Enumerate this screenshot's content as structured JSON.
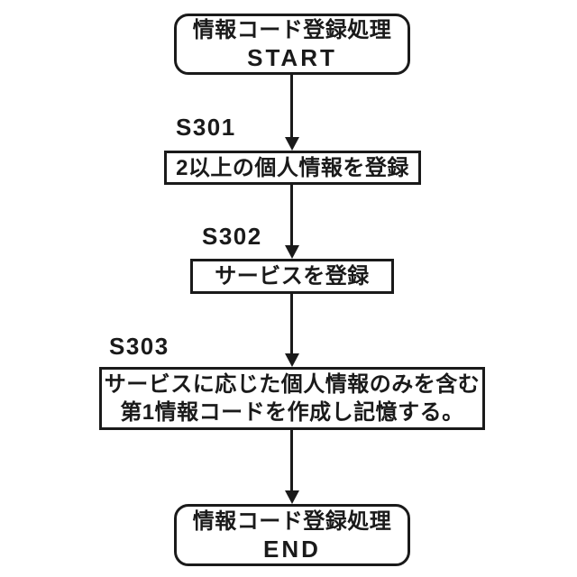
{
  "diagram": {
    "type": "flowchart",
    "direction": "top-down",
    "colors": {
      "stroke": "#1a1a1a",
      "text": "#1a1a1a",
      "background": "#ffffff"
    },
    "nodes": [
      {
        "id": "start",
        "shape": "rounded-rect",
        "lines": [
          "情報コード登録処理",
          "START"
        ]
      },
      {
        "id": "s301",
        "shape": "rect",
        "step_label": "S301",
        "lines": [
          "2以上の個人情報を登録"
        ]
      },
      {
        "id": "s302",
        "shape": "rect",
        "step_label": "S302",
        "lines": [
          "サービスを登録"
        ]
      },
      {
        "id": "s303",
        "shape": "rect",
        "step_label": "S303",
        "lines": [
          "サービスに応じた個人情報のみを含む",
          "第1情報コードを作成し記憶する。"
        ]
      },
      {
        "id": "end",
        "shape": "rounded-rect",
        "lines": [
          "情報コード登録処理",
          "END"
        ]
      }
    ],
    "edges": [
      {
        "from": "start",
        "to": "s301",
        "style": "arrow-down"
      },
      {
        "from": "s301",
        "to": "s302",
        "style": "arrow-down"
      },
      {
        "from": "s302",
        "to": "s303",
        "style": "arrow-down"
      },
      {
        "from": "s303",
        "to": "end",
        "style": "arrow-down"
      }
    ]
  }
}
